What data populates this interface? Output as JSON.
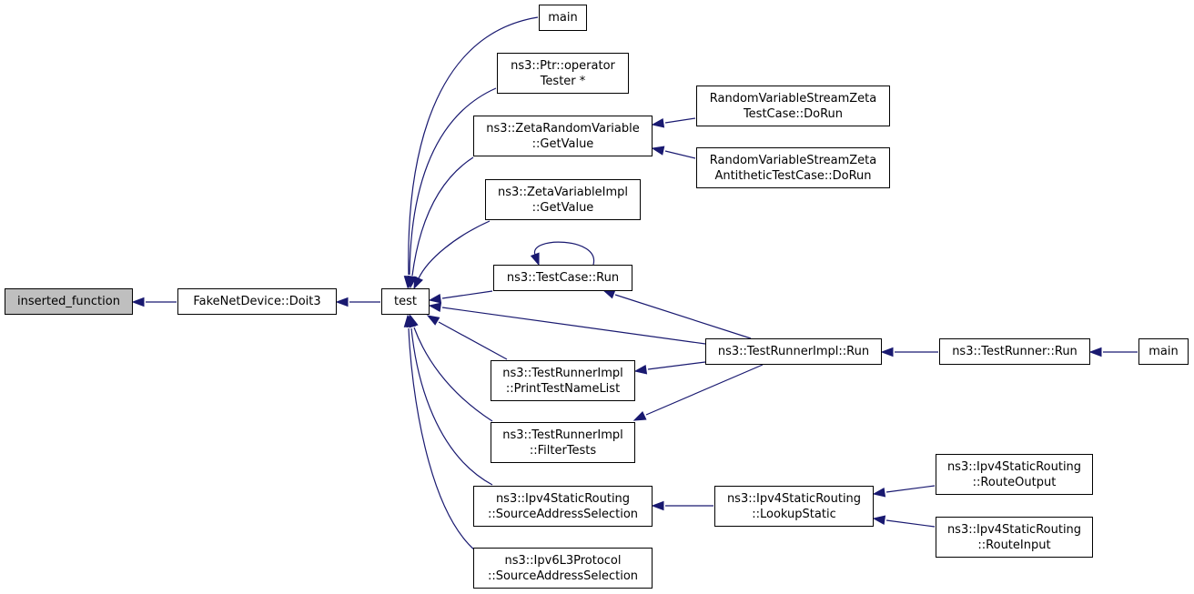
{
  "colors": {
    "edge": "#191970",
    "current_fill": "#bfbfbf",
    "node_fill": "#ffffff",
    "border": "#000000"
  },
  "nodes": {
    "inserted_function": {
      "lines": [
        "inserted_function"
      ]
    },
    "fake_doit3": {
      "lines": [
        "FakeNetDevice::Doit3"
      ]
    },
    "test": {
      "lines": [
        "test"
      ]
    },
    "main_top": {
      "lines": [
        "main"
      ]
    },
    "ptr_operator_tester": {
      "lines": [
        "ns3::Ptr::operator",
        "Tester *"
      ]
    },
    "zeta_random_getvalue": {
      "lines": [
        "ns3::ZetaRandomVariable",
        "::GetValue"
      ]
    },
    "zeta_impl_getvalue": {
      "lines": [
        "ns3::ZetaVariableImpl",
        "::GetValue"
      ]
    },
    "testcase_run": {
      "lines": [
        "ns3::TestCase::Run"
      ]
    },
    "print_test_name_list": {
      "lines": [
        "ns3::TestRunnerImpl",
        "::PrintTestNameList"
      ]
    },
    "filter_tests": {
      "lines": [
        "ns3::TestRunnerImpl",
        "::FilterTests"
      ]
    },
    "ipv4_source_addr": {
      "lines": [
        "ns3::Ipv4StaticRouting",
        "::SourceAddressSelection"
      ]
    },
    "ipv6_source_addr": {
      "lines": [
        "ns3::Ipv6L3Protocol",
        "::SourceAddressSelection"
      ]
    },
    "rvs_zeta_dorun": {
      "lines": [
        "RandomVariableStreamZeta",
        "TestCase::DoRun"
      ]
    },
    "rvs_zeta_antithetic_dorun": {
      "lines": [
        "RandomVariableStreamZeta",
        "AntitheticTestCase::DoRun"
      ]
    },
    "testrunnerimpl_run": {
      "lines": [
        "ns3::TestRunnerImpl::Run"
      ]
    },
    "testrunner_run": {
      "lines": [
        "ns3::TestRunner::Run"
      ]
    },
    "main_right": {
      "lines": [
        "main"
      ]
    },
    "lookup_static": {
      "lines": [
        "ns3::Ipv4StaticRouting",
        "::LookupStatic"
      ]
    },
    "route_output": {
      "lines": [
        "ns3::Ipv4StaticRouting",
        "::RouteOutput"
      ]
    },
    "route_input": {
      "lines": [
        "ns3::Ipv4StaticRouting",
        "::RouteInput"
      ]
    }
  },
  "edges": [
    {
      "from": "fake_doit3",
      "to": "inserted_function"
    },
    {
      "from": "test",
      "to": "fake_doit3"
    },
    {
      "from": "main_top",
      "to": "test"
    },
    {
      "from": "ptr_operator_tester",
      "to": "test"
    },
    {
      "from": "zeta_random_getvalue",
      "to": "test"
    },
    {
      "from": "zeta_impl_getvalue",
      "to": "test"
    },
    {
      "from": "testcase_run",
      "to": "test"
    },
    {
      "from": "testrunnerimpl_run",
      "to": "test"
    },
    {
      "from": "print_test_name_list",
      "to": "test"
    },
    {
      "from": "filter_tests",
      "to": "test"
    },
    {
      "from": "ipv4_source_addr",
      "to": "test"
    },
    {
      "from": "ipv6_source_addr",
      "to": "test"
    },
    {
      "from": "rvs_zeta_dorun",
      "to": "zeta_random_getvalue"
    },
    {
      "from": "rvs_zeta_antithetic_dorun",
      "to": "zeta_random_getvalue"
    },
    {
      "from": "testcase_run",
      "to": "testcase_run"
    },
    {
      "from": "testrunnerimpl_run",
      "to": "testcase_run"
    },
    {
      "from": "testrunnerimpl_run",
      "to": "print_test_name_list"
    },
    {
      "from": "testrunnerimpl_run",
      "to": "filter_tests"
    },
    {
      "from": "testrunner_run",
      "to": "testrunnerimpl_run"
    },
    {
      "from": "main_right",
      "to": "testrunner_run"
    },
    {
      "from": "lookup_static",
      "to": "ipv4_source_addr"
    },
    {
      "from": "route_output",
      "to": "lookup_static"
    },
    {
      "from": "route_input",
      "to": "lookup_static"
    }
  ]
}
